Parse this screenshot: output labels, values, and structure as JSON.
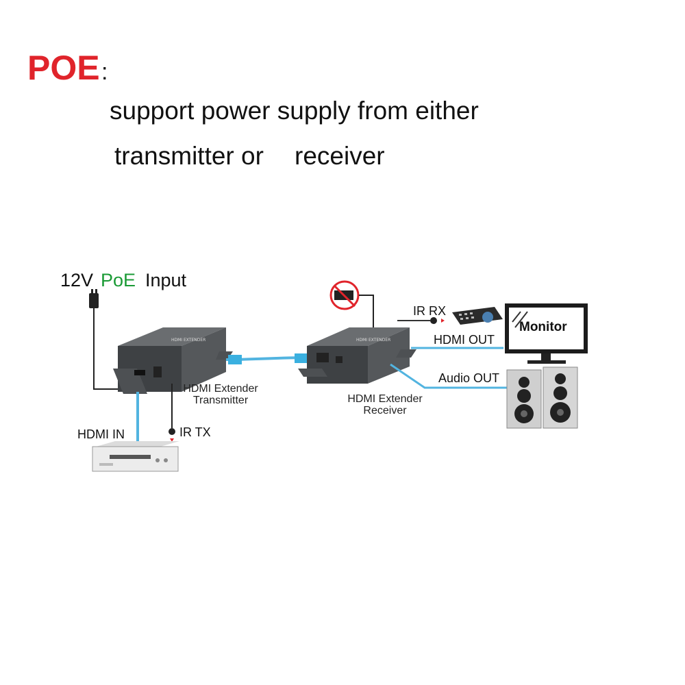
{
  "heading": {
    "title": "POE",
    "colon": ":",
    "line1": "support power supply from either",
    "line2a": "transmitter or",
    "line2b": "receiver"
  },
  "power": {
    "voltage": "12V",
    "poe": "PoE",
    "input": "Input"
  },
  "labels": {
    "hdmi_in": "HDMI  IN",
    "ir_tx": "IR TX",
    "ir_rx": "IR RX",
    "hdmi_out": "HDMI  OUT",
    "audio_out": "Audio  OUT",
    "transmitter_line1": "HDMI Extender",
    "transmitter_line2": "Transmitter",
    "receiver_line1": "HDMI Extender",
    "receiver_line2": "Receiver",
    "monitor": "Monitor"
  },
  "colors": {
    "title_red": "#e0242b",
    "poe_green": "#1a9a35",
    "cable_blue": "#52b4e0",
    "device_gray": "#4a4d50"
  }
}
